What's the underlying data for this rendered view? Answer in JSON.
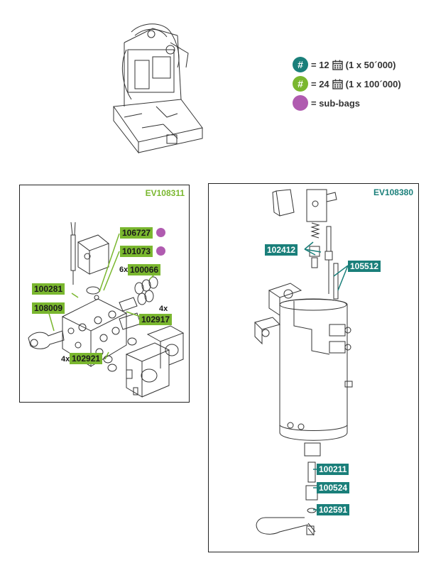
{
  "legend": {
    "teal_symbol": "#",
    "teal_text_1": "= 12",
    "teal_text_2": "(1 x 50´000)",
    "green_symbol": "#",
    "green_text_1": "= 24",
    "green_text_2": "(1 x 100´000)",
    "subbags_text": "= sub-bags"
  },
  "colors": {
    "teal": "#1a7f7a",
    "green": "#7ab72f",
    "purple": "#b05bb0"
  },
  "left_panel": {
    "id": "EV108311",
    "tags": {
      "p106727": "106727",
      "p101073": "101073",
      "p100066": "100066",
      "p100281": "100281",
      "p108009": "108009",
      "p102917": "102917",
      "p102921": "102921"
    },
    "qty": {
      "q100066": "6x",
      "q102917": "4x",
      "q102921": "4x"
    }
  },
  "right_panel": {
    "id": "EV108380",
    "tags": {
      "p102412": "102412",
      "p105512": "105512",
      "p100211": "100211",
      "p100524": "100524",
      "p102591": "102591"
    }
  }
}
